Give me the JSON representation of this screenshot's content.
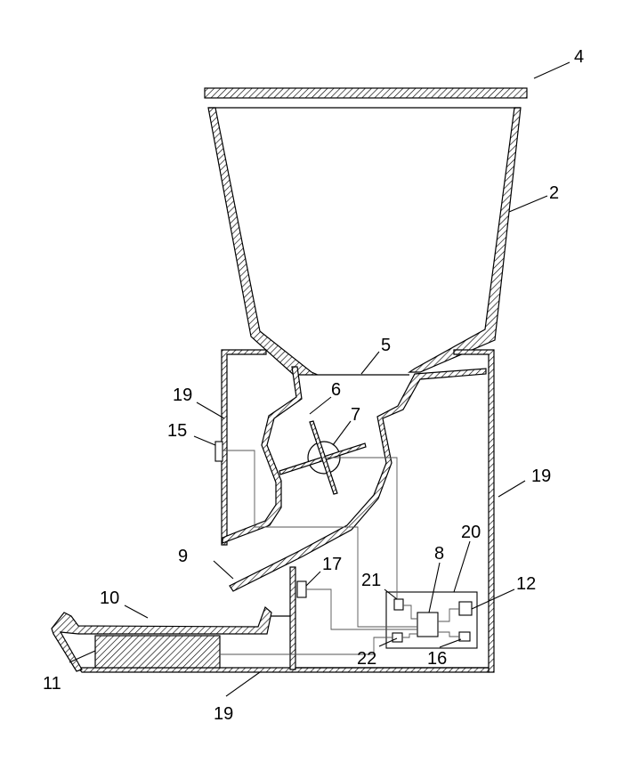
{
  "figure": {
    "labels": {
      "l4": "4",
      "l2": "2",
      "l5": "5",
      "l6": "6",
      "l7": "7",
      "l19a": "19",
      "l15": "15",
      "l19b": "19",
      "l20": "20",
      "l8": "8",
      "l9": "9",
      "l17": "17",
      "l21": "21",
      "l12": "12",
      "l10": "10",
      "l22": "22",
      "l16": "16",
      "l11": "11",
      "l19c": "19"
    }
  }
}
